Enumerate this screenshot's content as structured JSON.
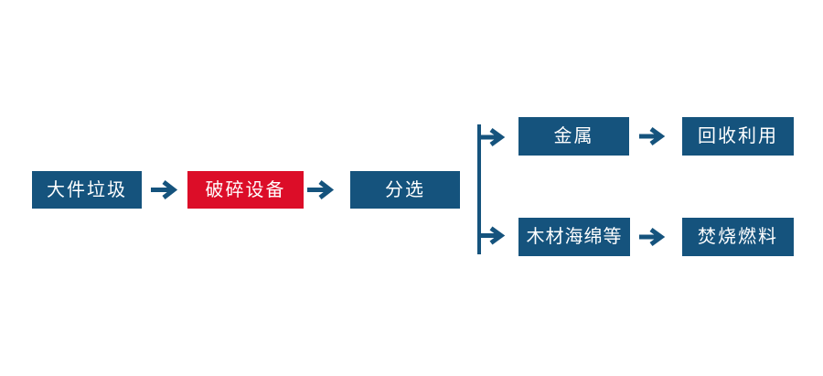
{
  "diagram": {
    "type": "flowchart",
    "background": "#ffffff",
    "colors": {
      "node_blue": "#15537d",
      "highlight_red": "#dc0d28",
      "arrow_blue": "#15537d",
      "text": "#ffffff"
    },
    "nodes": {
      "bulky_waste": {
        "label": "大件垃圾",
        "color": "#15537d"
      },
      "crushing_equipment": {
        "label": "破碎设备",
        "color": "#dc0d28"
      },
      "sorting": {
        "label": "分选",
        "color": "#15537d"
      },
      "metal": {
        "label": "金属",
        "color": "#15537d"
      },
      "recycling": {
        "label": "回收利用",
        "color": "#15537d"
      },
      "wood_sponge": {
        "label": "木材海绵等",
        "color": "#15537d"
      },
      "incineration_fuel": {
        "label": "焚烧燃料",
        "color": "#15537d"
      }
    },
    "edges": [
      {
        "from": "bulky_waste",
        "to": "crushing_equipment"
      },
      {
        "from": "crushing_equipment",
        "to": "sorting"
      },
      {
        "from": "sorting",
        "to": "metal"
      },
      {
        "from": "sorting",
        "to": "wood_sponge"
      },
      {
        "from": "metal",
        "to": "recycling"
      },
      {
        "from": "wood_sponge",
        "to": "incineration_fuel"
      }
    ]
  }
}
